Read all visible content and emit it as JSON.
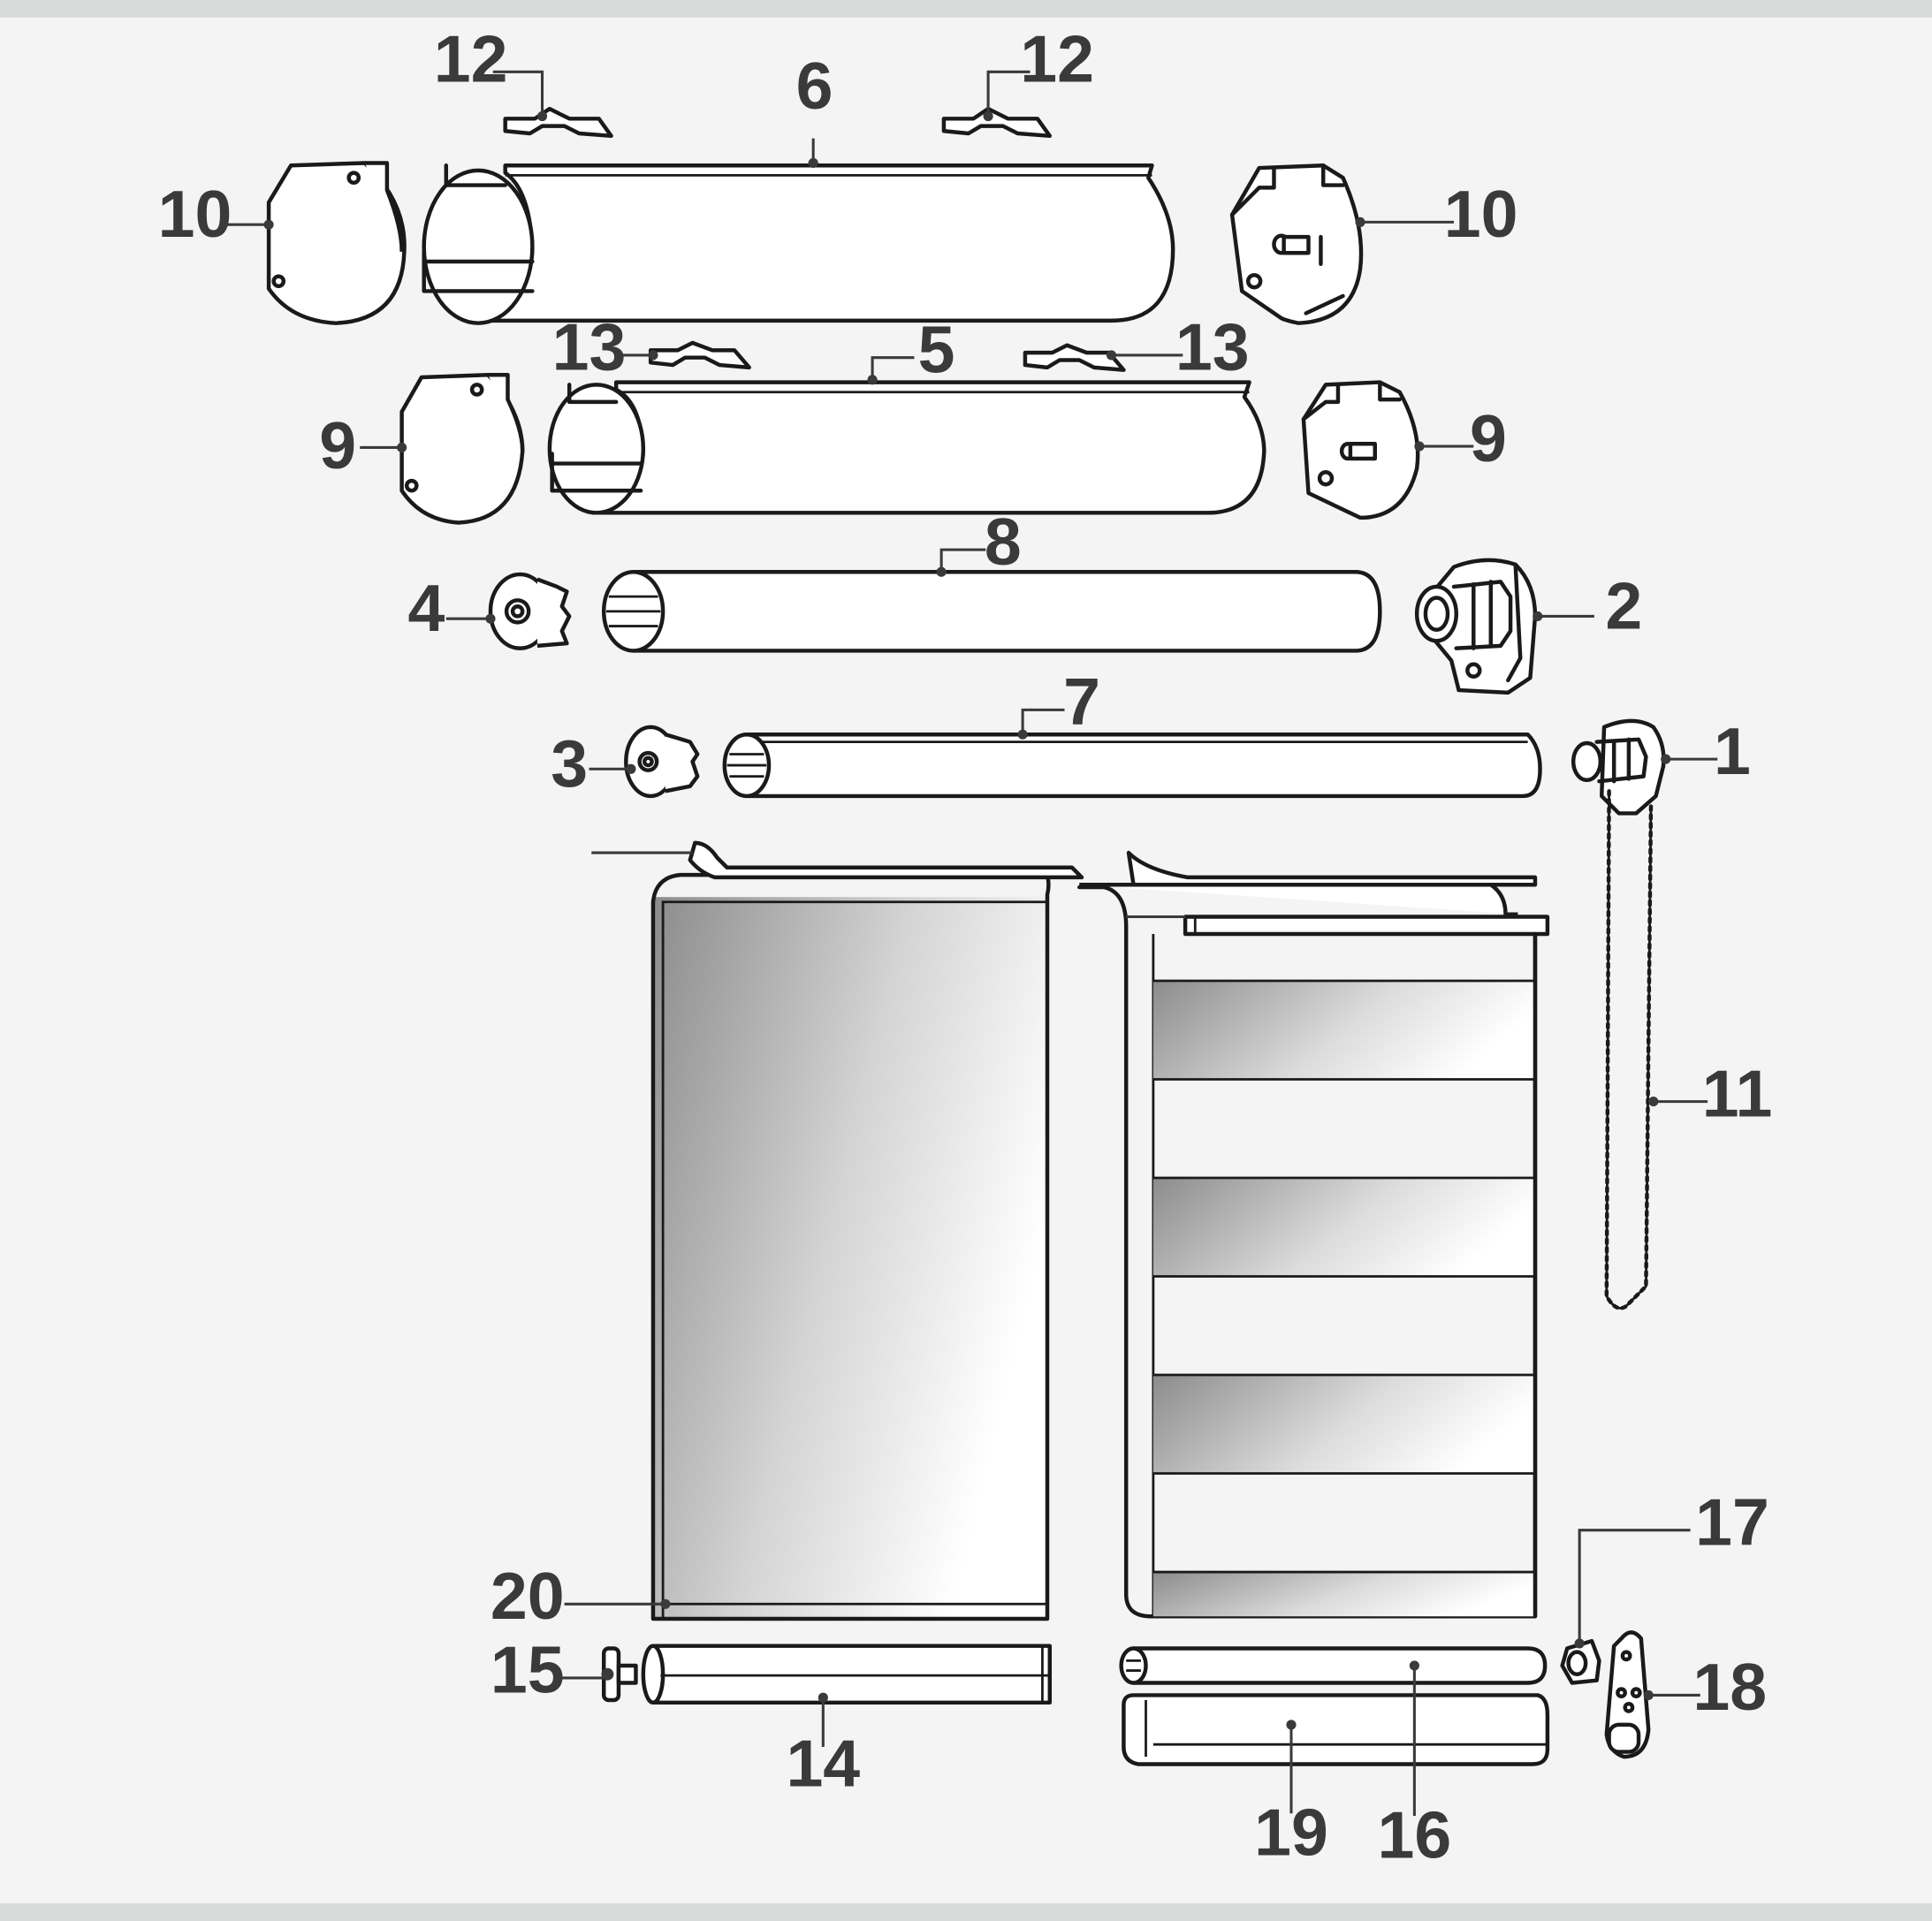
{
  "callouts": {
    "c1": "1",
    "c2": "2",
    "c3": "3",
    "c4": "4",
    "c5": "5",
    "c6": "6",
    "c7": "7",
    "c8": "8",
    "c9_left": "9",
    "c9_right": "9",
    "c10_left": "10",
    "c10_right": "10",
    "c11": "11",
    "c12_left": "12",
    "c12_right": "12",
    "c13_left": "13",
    "c13_right": "13",
    "c14": "14",
    "c15": "15",
    "c16": "16",
    "c17": "17",
    "c18": "18",
    "c19": "19",
    "c20": "20"
  },
  "colors": {
    "background": "#f4f4f4",
    "band": "#d9dada",
    "line": "#1a1a1a",
    "label": "#3a3a3a",
    "fabric_dark": "#8e8e8e",
    "fabric_light": "#ffffff"
  }
}
